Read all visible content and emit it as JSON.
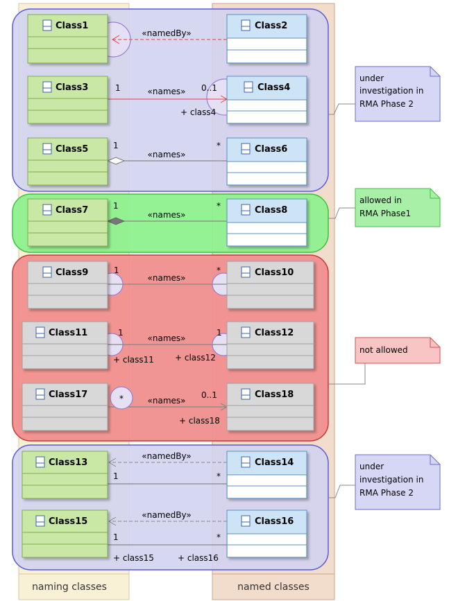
{
  "lanes": {
    "naming": "naming classes",
    "named": "named classes"
  },
  "classes": {
    "c1": "Class1",
    "c2": "Class2",
    "c3": "Class3",
    "c4": "Class4",
    "c5": "Class5",
    "c6": "Class6",
    "c7": "Class7",
    "c8": "Class8",
    "c9": "Class9",
    "c10": "Class10",
    "c11": "Class11",
    "c12": "Class12",
    "c17": "Class17",
    "c18": "Class18",
    "c13": "Class13",
    "c14": "Class14",
    "c15": "Class15",
    "c16": "Class16"
  },
  "links": {
    "l1": {
      "stereo": "«namedBy»"
    },
    "l3": {
      "stereo": "«names»",
      "m_src": "1",
      "m_tgt": "0..1",
      "role_tgt": "+ class4"
    },
    "l5": {
      "stereo": "«names»",
      "m_src": "1",
      "m_tgt": "*"
    },
    "l7": {
      "stereo": "«names»",
      "m_src": "1",
      "m_tgt": "*"
    },
    "l9": {
      "stereo": "«names»",
      "m_src": "1",
      "m_tgt": "*"
    },
    "l11": {
      "stereo": "«names»",
      "m_src": "1",
      "m_tgt": "1",
      "role_src": "+ class11",
      "role_tgt": "+ class12"
    },
    "l17": {
      "stereo": "«names»",
      "m_src": "*",
      "m_tgt": "0..1",
      "role_tgt": "+ class18"
    },
    "l13": {
      "stereo": "«namedBy»",
      "m_src": "1",
      "m_tgt": "*"
    },
    "l15": {
      "stereo": "«namedBy»",
      "m_src": "1",
      "m_tgt": "*",
      "role_src": "+ class15",
      "role_tgt": "+ class16"
    }
  },
  "notes": {
    "n1": [
      "under",
      "investigation in",
      "RMA Phase 2"
    ],
    "n2": [
      "allowed in",
      "RMA Phase1"
    ],
    "n3": [
      "not allowed"
    ],
    "n4": [
      "under",
      "investigation in",
      "RMA Phase 2"
    ]
  },
  "colors": {
    "lane_naming": "#f8f1d6",
    "lane_named": "#f2dccb",
    "group_blue": "#d2d3ef",
    "group_green": "#8ef08e",
    "group_red": "#f08e8e",
    "group_border_blue": "#5a5ad2",
    "group_border_green": "#3fbf3f",
    "group_border_red": "#c33a3a",
    "class_green": "#c9e7a5",
    "class_blue": "#cde3f6",
    "class_gray": "#d8d8d8",
    "note_blue": "#d6d6f5",
    "note_green": "#a8f0a8",
    "note_red": "#f8c4c4"
  }
}
